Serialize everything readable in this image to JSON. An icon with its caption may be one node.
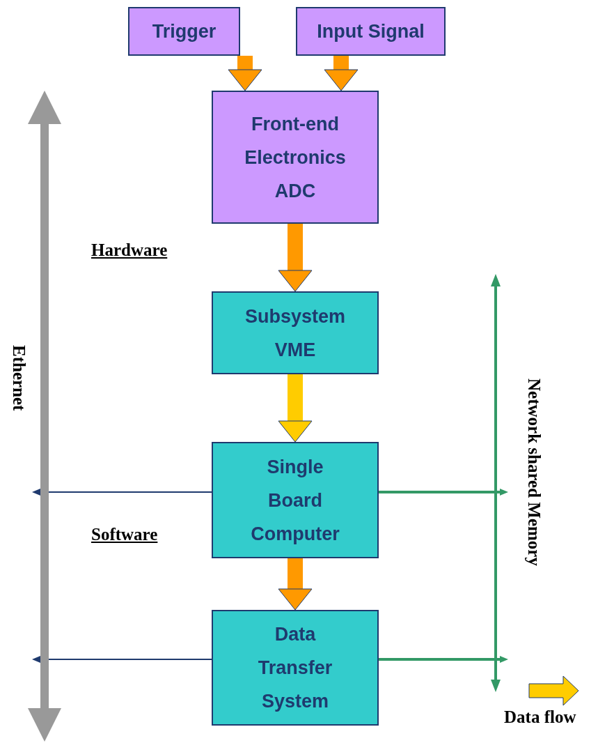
{
  "diagram": {
    "nodes": [
      {
        "text": [
          "Trigger"
        ]
      },
      {
        "text": [
          "Input Signal"
        ]
      },
      {
        "text": [
          "Front-end Electronics ADC"
        ]
      },
      {
        "text": [
          "Subsystem VME"
        ]
      },
      {
        "text": [
          "Single Board Computer"
        ]
      },
      {
        "text": [
          "Data Transfer System"
        ]
      },
      {
        "text": [
          "Ethernet"
        ]
      },
      {
        "text": [
          "Network shared Memory"
        ]
      }
    ],
    "edges": [
      {
        "from": 0,
        "to": 2,
        "arrow": "to"
      },
      {
        "from": 1,
        "to": 2,
        "arrow": "to"
      },
      {
        "from": 2,
        "to": 3,
        "arrow": "to"
      },
      {
        "from": 3,
        "to": 4,
        "arrow": "to",
        "color": "#ffcc00"
      },
      {
        "from": 4,
        "to": 5,
        "arrow": "to"
      },
      {
        "from": 4,
        "to": 6,
        "arrow": "to",
        "color": "#1f3a6e"
      },
      {
        "from": 5,
        "to": 6,
        "arrow": "to",
        "color": "#1f3a6e"
      },
      {
        "from": 4,
        "to": 7,
        "arrow": "to",
        "color": "#339966"
      },
      {
        "from": 5,
        "to": 7,
        "arrow": "to",
        "color": "#339966"
      }
    ],
    "labels": [
      "Hardware",
      "Software"
    ],
    "legend": [
      {
        "text": "Data flow"
      }
    ]
  }
}
